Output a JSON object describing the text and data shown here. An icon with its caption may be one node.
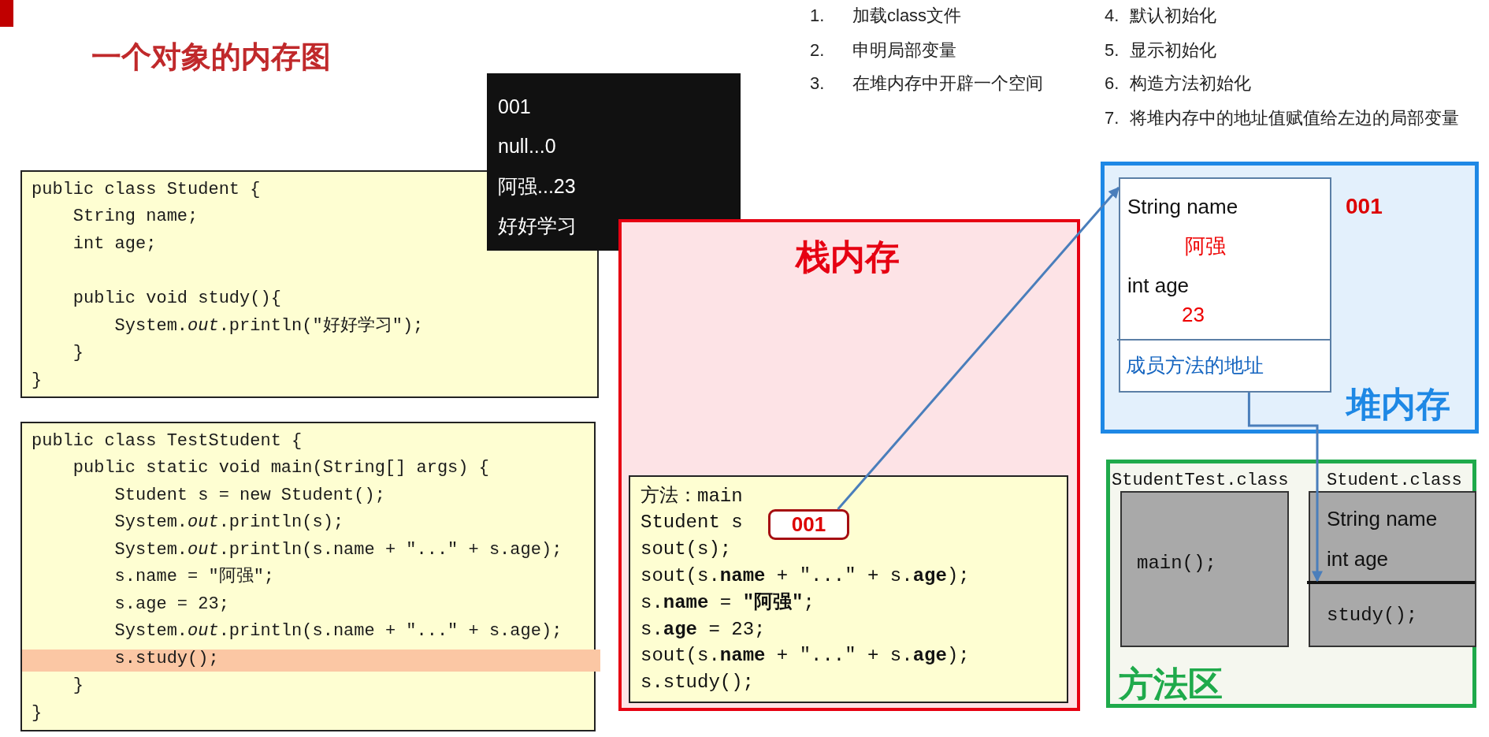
{
  "diagram": {
    "title": "一个对象的内存图",
    "nodes": [
      {
        "text": [
          "public class Student {",
          "    String name;",
          "    int age;",
          "    public void study(){",
          "        System.*out*.println(\"好好学习\");",
          "    }",
          "}"
        ]
      },
      {
        "text": [
          "public class TestStudent {",
          "    public static void main(String[] args) {",
          "        Student s = new Student();",
          "        System.*out*.println(s);",
          "        System.*out*.println(s.name + \"...\" + s.age);",
          "        s.name = \"阿强\";",
          "        s.age = 23;",
          "        System.*out*.println(s.name + \"...\" + s.age);",
          "        s.study();",
          "    }",
          "}"
        ]
      },
      {
        "text": [
          "001",
          "null...0",
          "阿强...23",
          "好好学习"
        ]
      },
      {
        "text": [
          "栈内存"
        ]
      },
      {
        "text": [
          "方法：main",
          "Student s",
          "sout(s);",
          "sout(s.**name** + \"...\" + s.**age**);",
          "s.**name** = **\"阿强\"**;",
          "s.**age** = 23;",
          "sout(s.**name** + \"...\" + s.**age**);",
          "s.study();"
        ],
        "in": 3
      },
      {
        "text": [
          "001"
        ],
        "in": 4
      },
      {
        "text": [
          "堆内存"
        ]
      },
      {
        "text": [
          "String name",
          "阿强",
          "int age",
          "23"
        ],
        "in": 6,
        "beside": [
          "001"
        ]
      },
      {
        "text": [
          "成员方法的地址"
        ],
        "in": 7
      },
      {
        "text": [
          "方法区"
        ]
      },
      {
        "text": [
          "StudentTest.class",
          "main();"
        ],
        "in": 9
      },
      {
        "text": [
          "Student.class",
          "String name",
          "int age"
        ],
        "in": 9
      },
      {
        "text": [
          "study();"
        ],
        "in": 11
      }
    ],
    "edges": [
      {
        "from": 5,
        "to": 7,
        "arrow": "to"
      },
      {
        "from": 8,
        "to": 12,
        "arrow": "to"
      }
    ],
    "labels": [
      "1.",
      "加载class文件",
      "4.",
      "默认初始化",
      "2.",
      "申明局部变量",
      "5.",
      "显示初始化",
      "3.",
      "在堆内存中开辟一个空间",
      "6.",
      "构造方法初始化",
      "7.",
      "将堆内存中的地址值赋值给左边的局部变量"
    ]
  }
}
